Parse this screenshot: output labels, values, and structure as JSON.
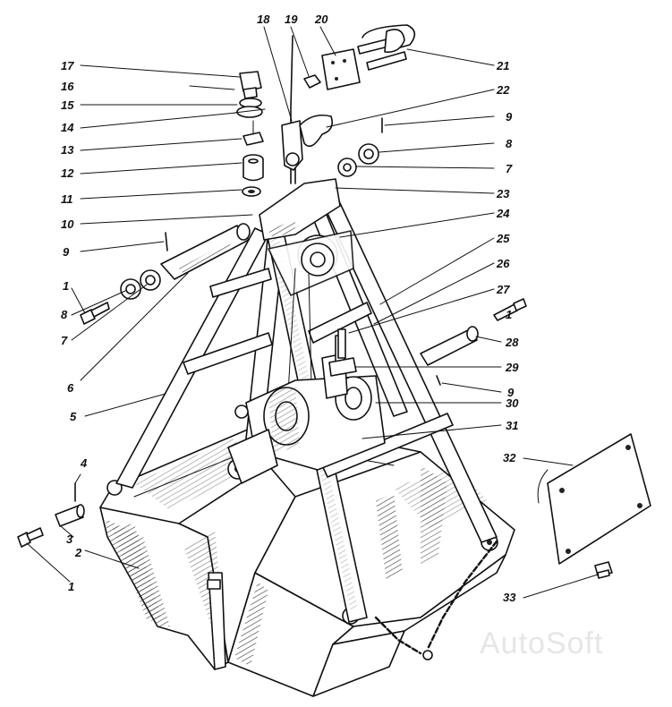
{
  "watermark": "AutoSoft",
  "callouts": [
    {
      "id": "17",
      "text": "17"
    },
    {
      "id": "16",
      "text": "16"
    },
    {
      "id": "15",
      "text": "15"
    },
    {
      "id": "14",
      "text": "14"
    },
    {
      "id": "13",
      "text": "13"
    },
    {
      "id": "12",
      "text": "12"
    },
    {
      "id": "11",
      "text": "11"
    },
    {
      "id": "10",
      "text": "10"
    },
    {
      "id": "9a",
      "text": "9"
    },
    {
      "id": "1a",
      "text": "1"
    },
    {
      "id": "8a",
      "text": "8"
    },
    {
      "id": "7a",
      "text": "7"
    },
    {
      "id": "6",
      "text": "6"
    },
    {
      "id": "5",
      "text": "5"
    },
    {
      "id": "4",
      "text": "4"
    },
    {
      "id": "3",
      "text": "3"
    },
    {
      "id": "2",
      "text": "2"
    },
    {
      "id": "1b",
      "text": "1"
    },
    {
      "id": "18",
      "text": "18"
    },
    {
      "id": "19",
      "text": "19"
    },
    {
      "id": "20",
      "text": "20"
    },
    {
      "id": "21",
      "text": "21"
    },
    {
      "id": "22",
      "text": "22"
    },
    {
      "id": "9b",
      "text": "9"
    },
    {
      "id": "8b",
      "text": "8"
    },
    {
      "id": "7b",
      "text": "7"
    },
    {
      "id": "23",
      "text": "23"
    },
    {
      "id": "24",
      "text": "24"
    },
    {
      "id": "25",
      "text": "25"
    },
    {
      "id": "26",
      "text": "26"
    },
    {
      "id": "27",
      "text": "27"
    },
    {
      "id": "1c",
      "text": "1"
    },
    {
      "id": "28",
      "text": "28"
    },
    {
      "id": "29",
      "text": "29"
    },
    {
      "id": "9c",
      "text": "9"
    },
    {
      "id": "30",
      "text": "30"
    },
    {
      "id": "31",
      "text": "31"
    },
    {
      "id": "32",
      "text": "32"
    },
    {
      "id": "33",
      "text": "33"
    }
  ]
}
